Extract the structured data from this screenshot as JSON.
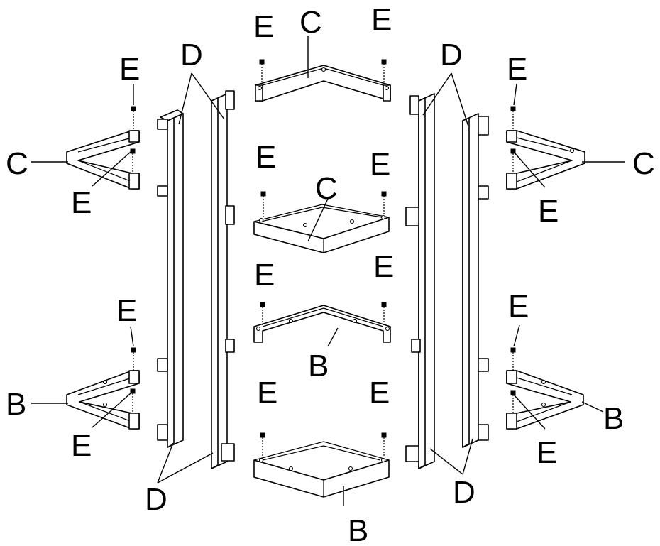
{
  "labels": {
    "B": "B",
    "C": "C",
    "D": "D",
    "E": "E"
  },
  "colors": {
    "line": "#000000",
    "background": "#ffffff"
  }
}
